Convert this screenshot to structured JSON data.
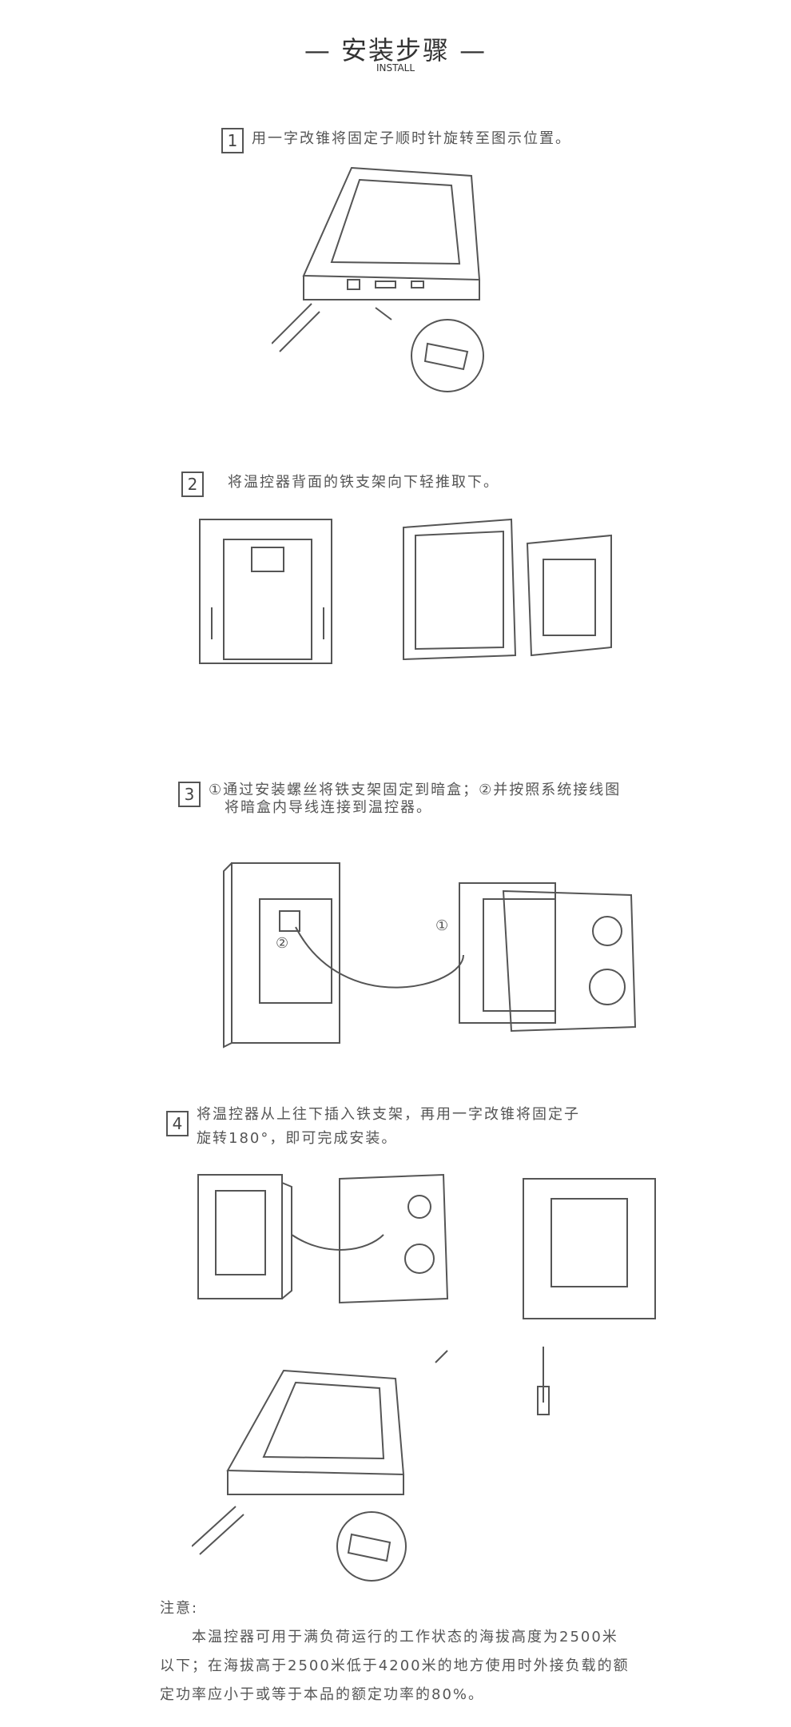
{
  "header": {
    "title": "— 安装步骤 —",
    "subtitle": "INSTALL"
  },
  "steps": [
    {
      "number": "1",
      "text": "用一字改锥将固定子顺时针旋转至图示位置。"
    },
    {
      "number": "2",
      "text": "将温控器背面的铁支架向下轻推取下。"
    },
    {
      "number": "3",
      "line1": "①通过安装螺丝将铁支架固定到暗盒；②并按照系统接线图",
      "line2": "将暗盒内导线连接到温控器。",
      "callout1": "①",
      "callout2": "②"
    },
    {
      "number": "4",
      "line1": "将温控器从上往下插入铁支架，再用一字改锥将固定子",
      "line2": "旋转180°，即可完成安装。"
    }
  ],
  "note": {
    "heading": "注意:",
    "line1": "本温控器可用于满负荷运行的工作状态的海拔高度为2500米",
    "line2": "以下；在海拔高于2500米低于4200米的地方使用时外接负载的额",
    "line3": "定功率应小于或等于本品的额定功率的80%。"
  }
}
